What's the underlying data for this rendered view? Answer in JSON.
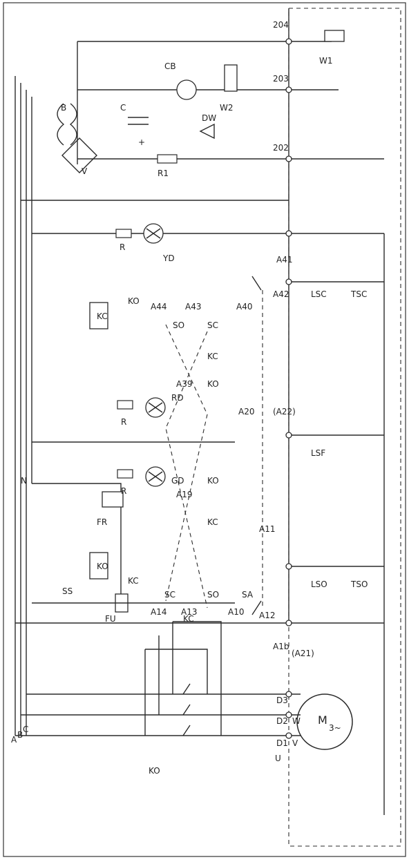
{
  "diagram": {
    "phases": [
      "A",
      "B",
      "C",
      "N"
    ],
    "components": {
      "B": "B",
      "C": "C",
      "V": "V",
      "R1": "R1",
      "CB": "CB",
      "DW": "DW",
      "W2": "W2",
      "W1": "W1",
      "R": "R",
      "YD": "YD",
      "KC": "KC",
      "KO": "KO",
      "RD": "RD",
      "GD": "GD",
      "SS": "SS",
      "SC": "SC",
      "SO": "SO",
      "SA": "SA",
      "LSC": "LSC",
      "TSC": "TSC",
      "LSF": "LSF",
      "LSO": "LSO",
      "TSO": "TSO",
      "FR": "FR",
      "FU": "FU",
      "M": "M",
      "M_sub": "3~",
      "plus": "+"
    },
    "terminals": {
      "t204": "204",
      "t203": "203",
      "t202": "202",
      "A44": "A44",
      "A43": "A43",
      "A40": "A40",
      "A41": "A41",
      "A42": "A42",
      "A39": "A39",
      "A20": "A20",
      "A22": "(A22)",
      "A19": "A19",
      "A11": "A11",
      "A14": "A14",
      "A13": "A13",
      "A10": "A10",
      "A12": "A12",
      "A1b": "A1b",
      "A21": "(A21)",
      "D1": "D1",
      "D2": "D2",
      "D3": "D3",
      "U": "U",
      "V": "V",
      "W": "W"
    }
  }
}
